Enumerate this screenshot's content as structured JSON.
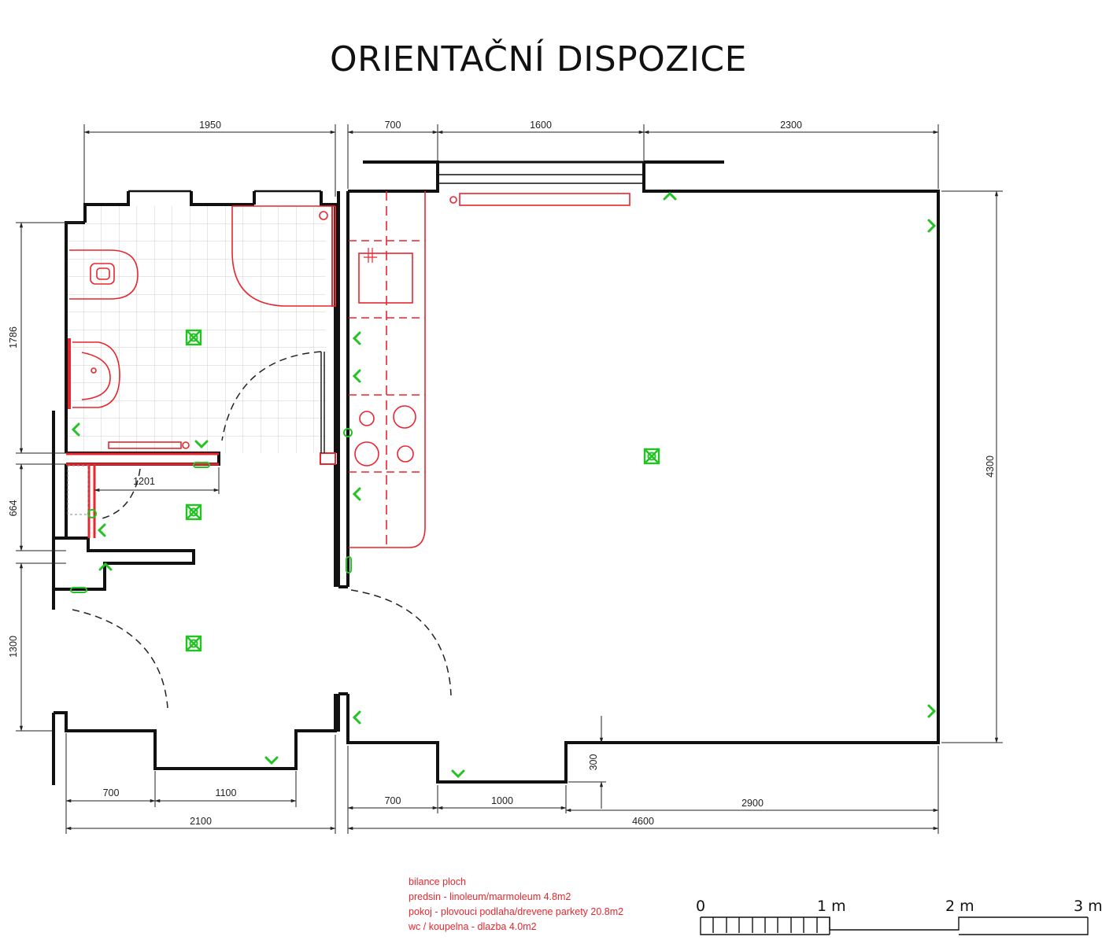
{
  "title": "ORIENTAČNÍ DISPOZICE",
  "dimensions": {
    "top_left": "1950",
    "top_a": "700",
    "top_b": "1600",
    "top_c": "2300",
    "left_upper": "1786",
    "left_middle": "664",
    "left_lower": "1300",
    "right": "4300",
    "inner_width": "1201",
    "bottom_a": "700",
    "bottom_b": "1100",
    "bottom_total_left": "2100",
    "bottom_c": "700",
    "bottom_d": "1000",
    "bottom_e": "2900",
    "bottom_total_right": "4600",
    "step": "300"
  },
  "legend": {
    "heading": "bilance ploch",
    "lines": [
      "predsin - linoleum/marmoleum 4.8m2",
      "pokoj - plovouci podlaha/drevene parkety 20.8m2",
      "wc / koupelna - dlazba 4.0m2"
    ]
  },
  "scale": {
    "labels": [
      "0",
      "1 m",
      "2 m",
      "3 m"
    ]
  },
  "colors": {
    "walls": "#111111",
    "fixtures": "#e8262e",
    "electrical": "#22c322",
    "tiles": "#cfcfcf"
  }
}
